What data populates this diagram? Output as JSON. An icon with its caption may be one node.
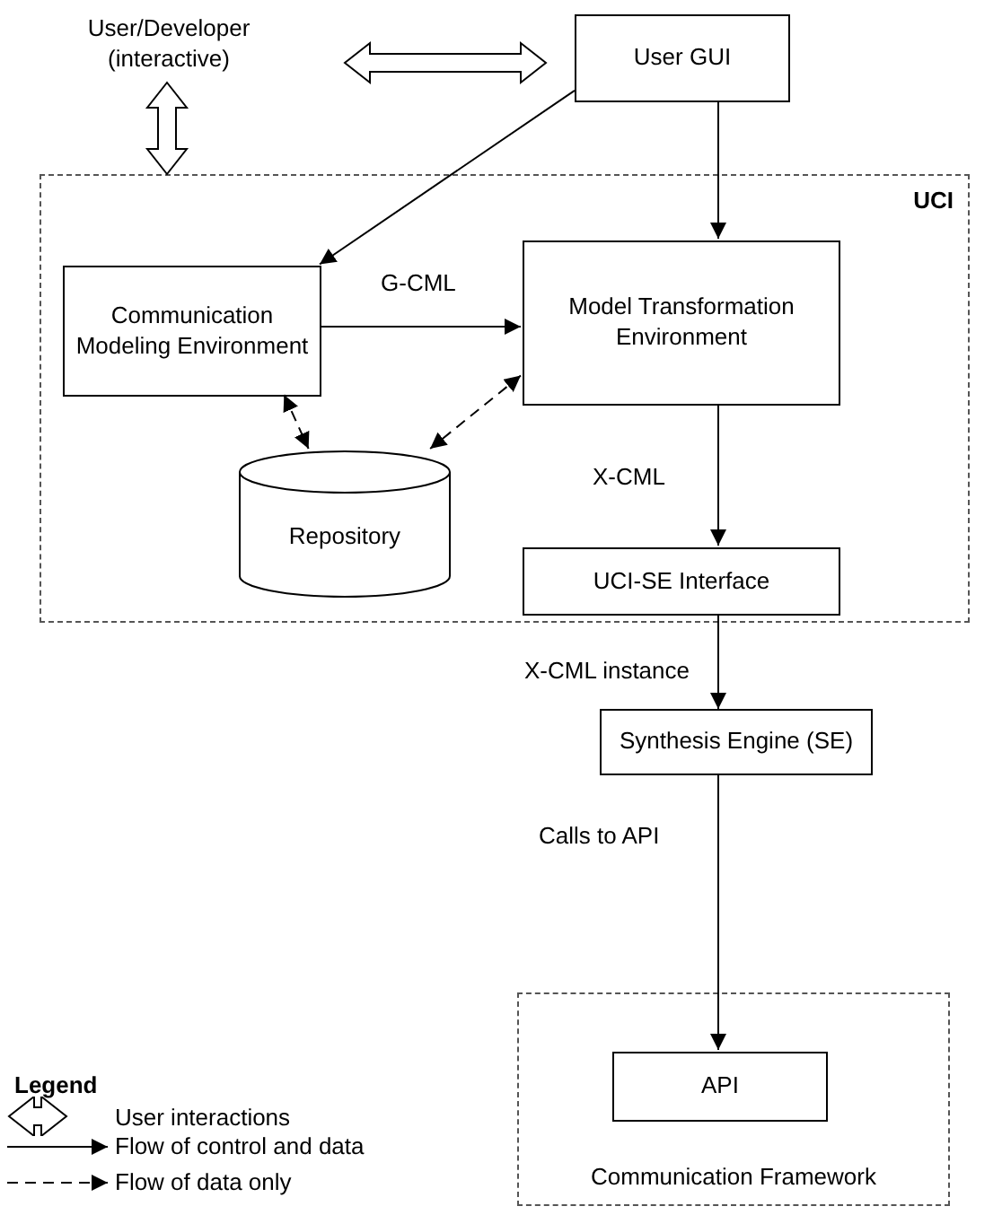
{
  "diagram": {
    "nodes": [
      {
        "text": [
          "User/Developer (interactive)"
        ]
      },
      {
        "text": [
          "User GUI"
        ]
      },
      {
        "text": [
          "UCI"
        ]
      },
      {
        "text": [
          "Communication Modeling Environment"
        ],
        "in": 2
      },
      {
        "text": [
          "Model Transformation Environment"
        ],
        "in": 2
      },
      {
        "text": [
          "Repository"
        ],
        "in": 2
      },
      {
        "text": [
          "UCI-SE Interface"
        ],
        "in": 2
      },
      {
        "text": [
          "Synthesis Engine (SE)"
        ]
      },
      {
        "text": [
          "Communication Framework"
        ]
      },
      {
        "text": [
          "API"
        ],
        "in": 8
      }
    ],
    "edges": [
      {
        "from": 0,
        "to": 1,
        "arrow": "both",
        "style": "thick"
      },
      {
        "from": 0,
        "to": 2,
        "arrow": "both",
        "style": "thick"
      },
      {
        "from": 1,
        "to": 3,
        "arrow": "to"
      },
      {
        "from": 1,
        "to": 4,
        "arrow": "to"
      },
      {
        "from": 3,
        "to": 4,
        "arrow": "to",
        "label": "G-CML"
      },
      {
        "from": 3,
        "to": 5,
        "arrow": "both",
        "style": "dashed"
      },
      {
        "from": 4,
        "to": 5,
        "arrow": "both",
        "style": "dashed"
      },
      {
        "from": 4,
        "to": 6,
        "arrow": "to",
        "label": "X-CML"
      },
      {
        "from": 6,
        "to": 7,
        "arrow": "to",
        "label": "X-CML instance"
      },
      {
        "from": 7,
        "to": 9,
        "arrow": "to",
        "label": "Calls to API"
      }
    ],
    "labels": [
      "Legend"
    ],
    "legend": [
      {
        "text": "User interactions"
      },
      {
        "text": "Flow of control and data"
      },
      {
        "text": "Flow of data only"
      }
    ]
  }
}
